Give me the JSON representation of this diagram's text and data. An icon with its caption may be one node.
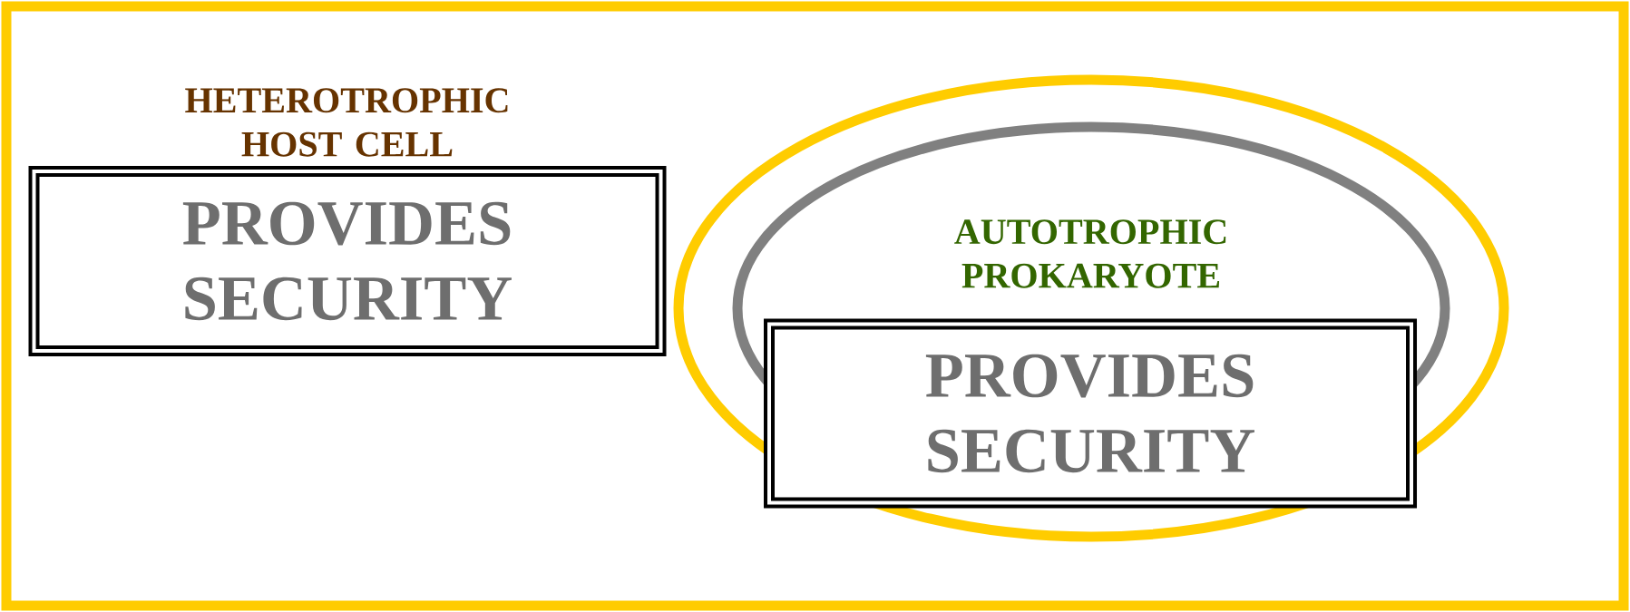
{
  "diagram": {
    "nodes": [
      {
        "text": [],
        "shape": "box"
      },
      {
        "text": [
          "HETEROTROPHIC HOST CELL",
          "PROVIDES SECURITY"
        ],
        "in": 0
      },
      {
        "text": [],
        "shape": "ellipse",
        "in": 0
      },
      {
        "text": [
          "AUTOTROPHIC PROKARYOTE"
        ],
        "in": 2
      },
      {
        "text": [
          "PROVIDES SECURITY"
        ],
        "in": 2
      }
    ]
  }
}
